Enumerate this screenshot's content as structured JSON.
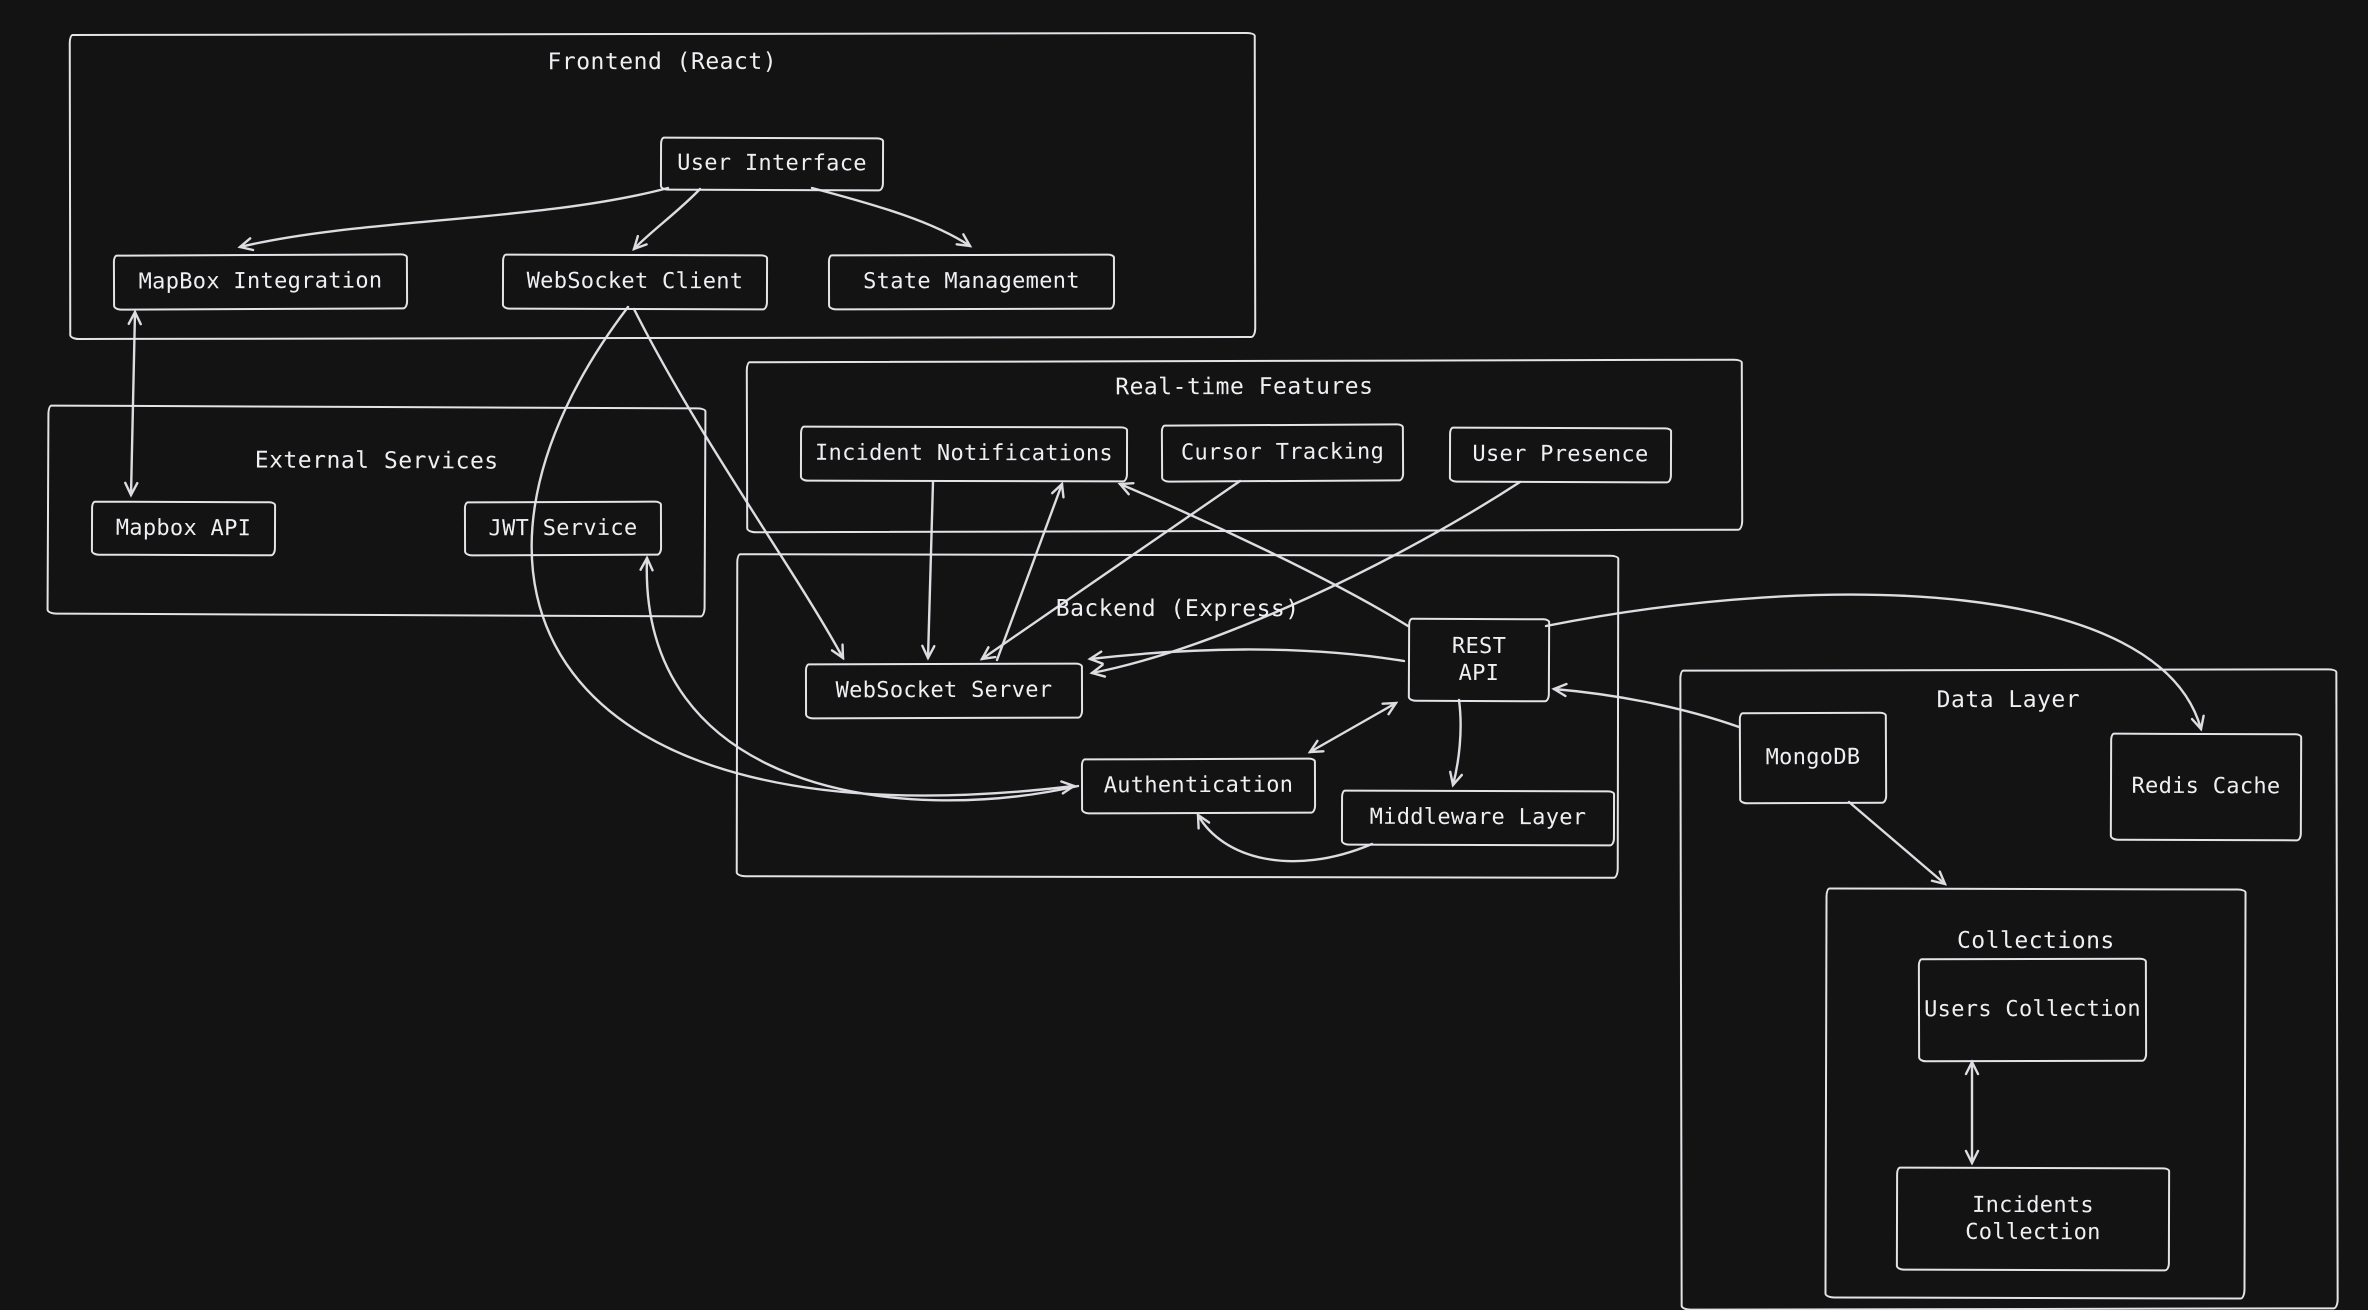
{
  "groups": {
    "frontend": "Frontend (React)",
    "external_services": "External Services",
    "realtime_features": "Real-time Features",
    "backend": "Backend (Express)",
    "data_layer": "Data Layer",
    "collections": "Collections"
  },
  "nodes": {
    "user_interface": "User Interface",
    "mapbox_integration": "MapBox Integration",
    "websocket_client": "WebSocket Client",
    "state_management": "State Management",
    "mapbox_api": "Mapbox API",
    "jwt_service": "JWT Service",
    "incident_notifications": "Incident Notifications",
    "cursor_tracking": "Cursor Tracking",
    "user_presence": "User Presence",
    "websocket_server": "WebSocket Server",
    "rest_api": "REST\nAPI",
    "authentication": "Authentication",
    "middleware_layer": "Middleware Layer",
    "mongodb": "MongoDB",
    "redis_cache": "Redis Cache",
    "users_collection": "Users Collection",
    "incidents_collection": "Incidents Collection"
  },
  "edges": [
    {
      "from": "User Interface",
      "to": "MapBox Integration",
      "bidirectional": false
    },
    {
      "from": "User Interface",
      "to": "WebSocket Client",
      "bidirectional": false
    },
    {
      "from": "User Interface",
      "to": "State Management",
      "bidirectional": false
    },
    {
      "from": "MapBox Integration",
      "to": "Mapbox API",
      "bidirectional": true
    },
    {
      "from": "WebSocket Client",
      "to": "WebSocket Server",
      "bidirectional": false
    },
    {
      "from": "Incident Notifications",
      "to": "WebSocket Server",
      "bidirectional": false
    },
    {
      "from": "WebSocket Server",
      "to": "Incident Notifications",
      "bidirectional": false
    },
    {
      "from": "Cursor Tracking",
      "to": "WebSocket Server",
      "bidirectional": false
    },
    {
      "from": "REST API",
      "to": "Incident Notifications",
      "bidirectional": false
    },
    {
      "from": "User Presence",
      "to": "WebSocket Server",
      "bidirectional": false
    },
    {
      "from": "REST API",
      "to": "WebSocket Server",
      "bidirectional": false
    },
    {
      "from": "REST API",
      "to": "Authentication",
      "bidirectional": true
    },
    {
      "from": "REST API",
      "to": "Middleware Layer",
      "bidirectional": false
    },
    {
      "from": "Middleware Layer",
      "to": "Authentication",
      "bidirectional": false
    },
    {
      "from": "Authentication",
      "to": "JWT Service",
      "bidirectional": false
    },
    {
      "from": "WebSocket Client",
      "to": "Authentication",
      "bidirectional": false
    },
    {
      "from": "REST API",
      "to": "Redis Cache",
      "bidirectional": false
    },
    {
      "from": "MongoDB",
      "to": "REST API",
      "bidirectional": false
    },
    {
      "from": "MongoDB",
      "to": "Collections",
      "bidirectional": false
    },
    {
      "from": "Users Collection",
      "to": "Incidents Collection",
      "bidirectional": true
    }
  ],
  "colors": {
    "background": "#131313",
    "stroke": "#e3e3e8",
    "text": "#f0f0f4"
  }
}
